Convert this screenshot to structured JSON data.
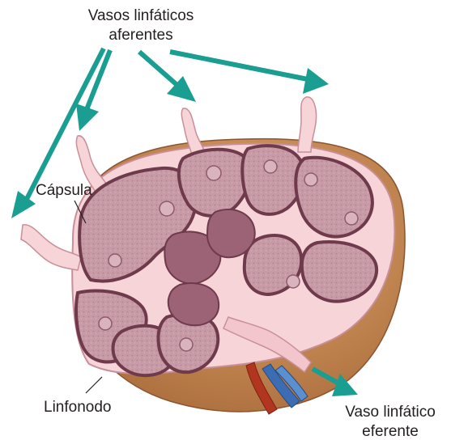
{
  "labels": {
    "afferent_line1": "Vasos linfáticos",
    "afferent_line2": "aferentes",
    "capsule": "Cápsula",
    "lymph_node": "Linfonodo",
    "efferent_line1": "Vaso linfático",
    "efferent_line2": "eferente"
  },
  "colors": {
    "arrow": "#1a9e92",
    "capsule": "#f6d4d8",
    "capsule_edge": "#c98f98",
    "lobule": "#c79aa6",
    "lobule_edge": "#6e3a4c",
    "medulla_cord": "#9c6377",
    "outer_rim": "#b57a47",
    "artery": "#b1351f",
    "vein": "#3c6db3",
    "leader_line": "#231f20"
  },
  "icons": [
    "arrow-head",
    "lymph-node-cross-section",
    "blood-vessels"
  ]
}
